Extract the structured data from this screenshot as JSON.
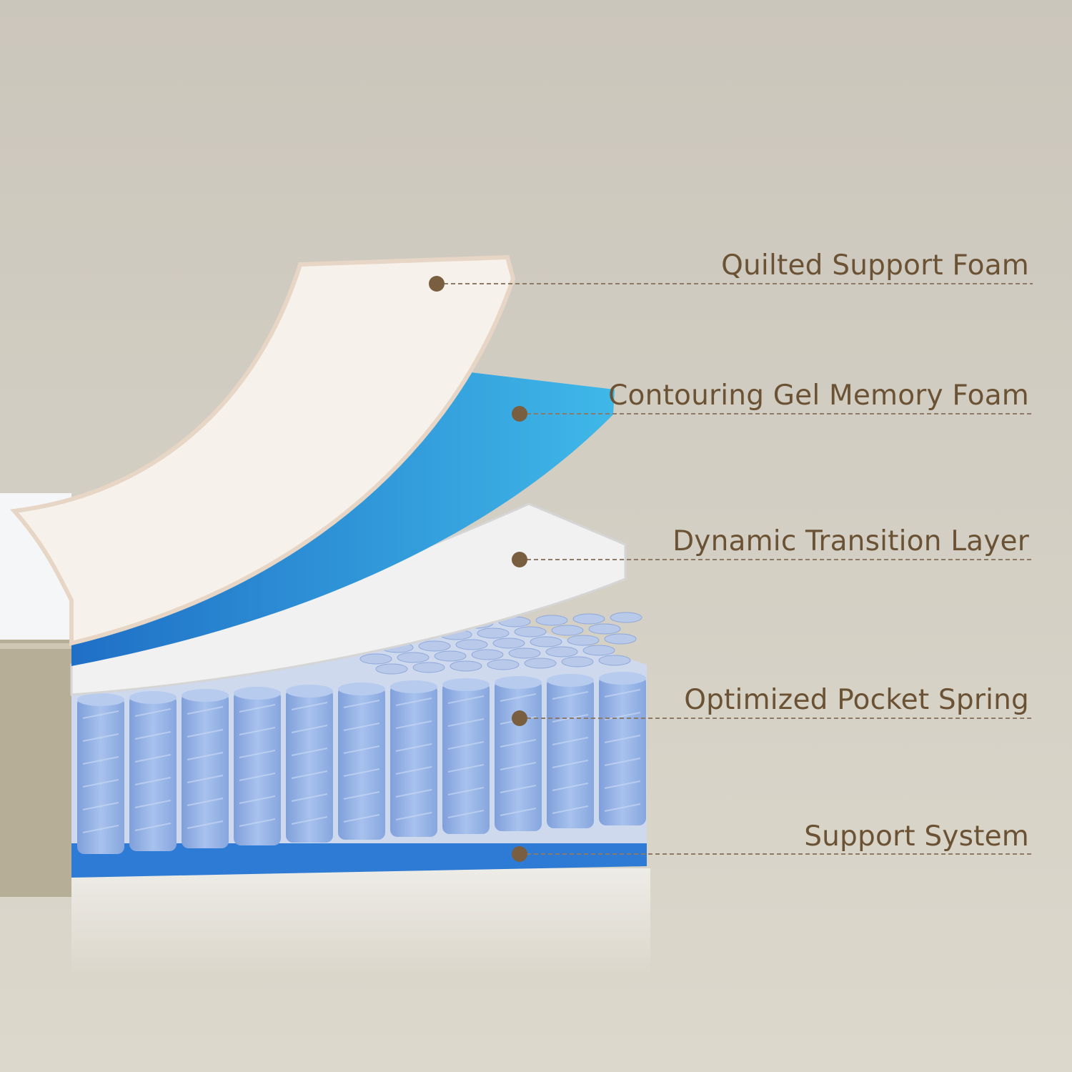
{
  "colors": {
    "background_top": "#cbc6bb",
    "background_bottom": "#dcd8cc",
    "label_text": "#6b5234",
    "callout_dot": "#7a5e40",
    "callout_line": "#8c7a66",
    "quilted_foam": "#f6f1ea",
    "quilted_foam_edge": "#e7d6c5",
    "gel_foam_top": "#3fb8e8",
    "gel_foam_side": "#1f6fc6",
    "transition_layer": "#f1f1f1",
    "transition_edge": "#d5d5d5",
    "spring_pocket": "#9ab6e6",
    "spring_pocket_shade": "#7f9fda",
    "support_base": "#2e7bd6",
    "fabric_border": "#b7ae97"
  },
  "layers": [
    {
      "id": "quilted-support-foam",
      "label": "Quilted Support Foam"
    },
    {
      "id": "contouring-gel-memory-foam",
      "label": "Contouring Gel Memory Foam"
    },
    {
      "id": "dynamic-transition-layer",
      "label": "Dynamic Transition Layer"
    },
    {
      "id": "optimized-pocket-spring",
      "label": "Optimized Pocket Spring"
    },
    {
      "id": "support-system",
      "label": "Support System"
    }
  ]
}
